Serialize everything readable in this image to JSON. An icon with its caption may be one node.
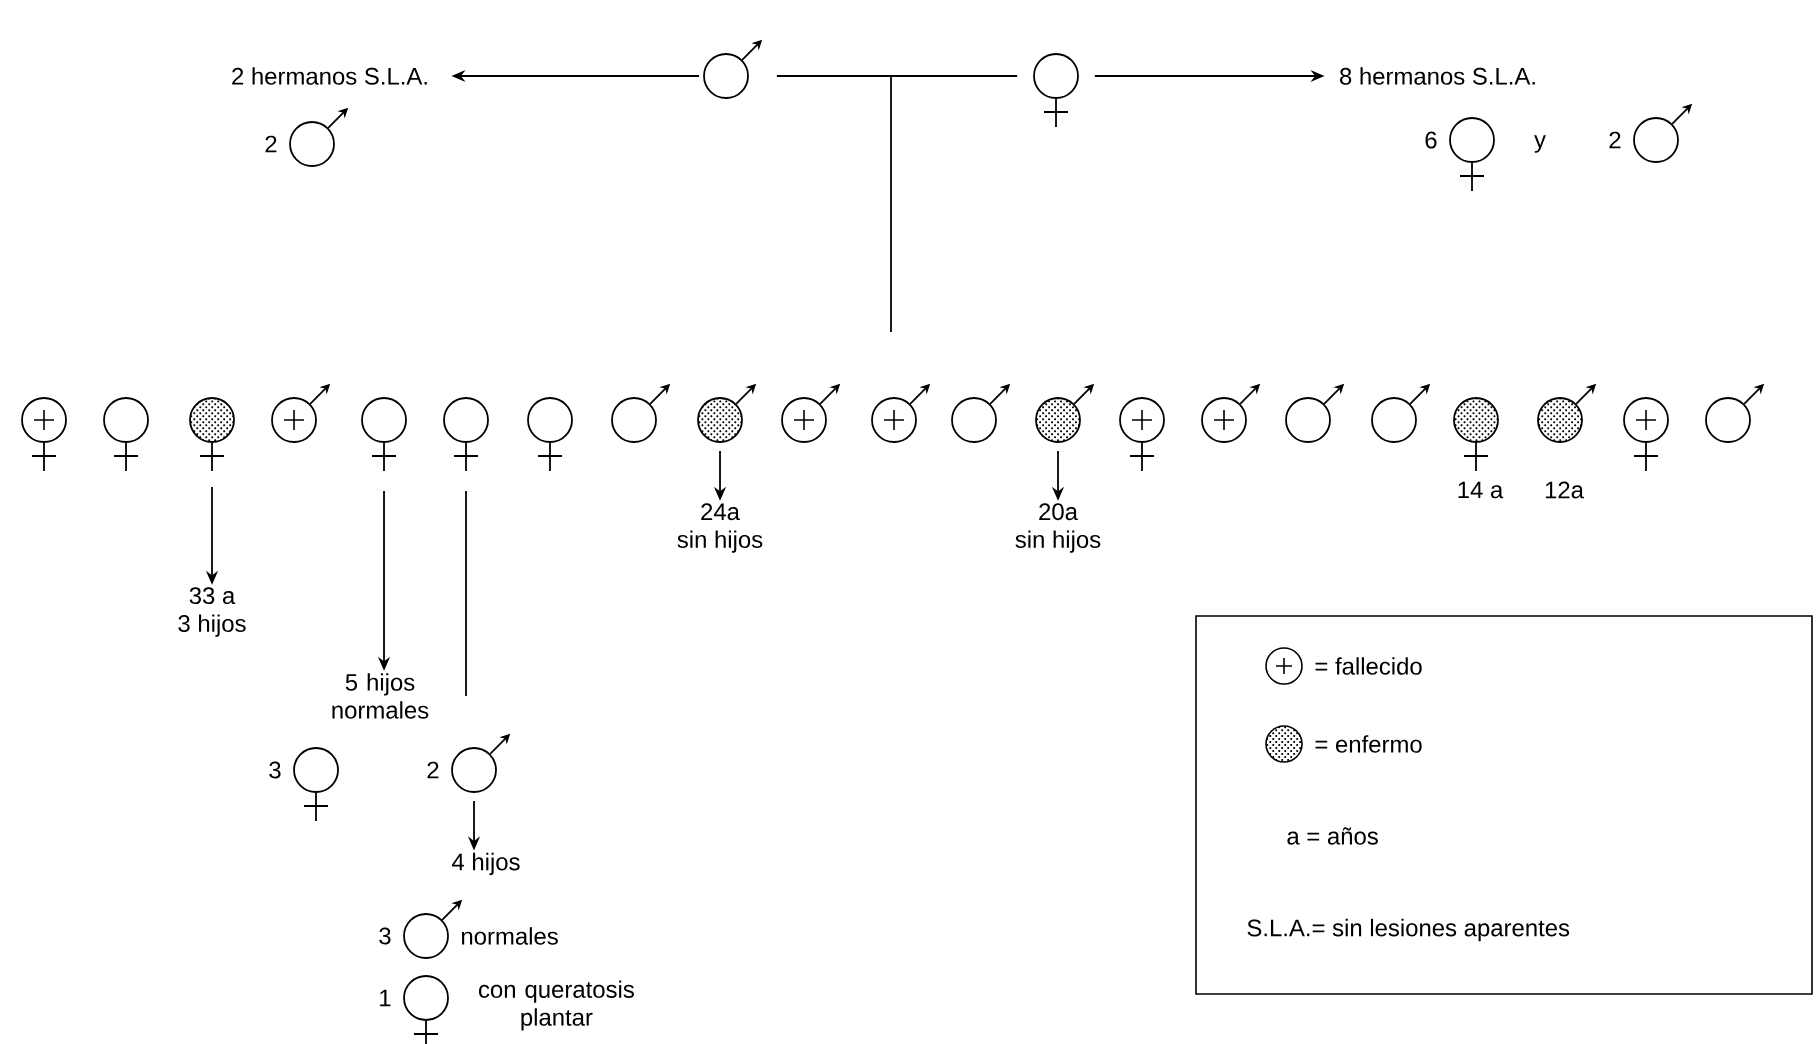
{
  "diagram": {
    "nodes": [
      {
        "text": [
          "2 hermanos S.L.A."
        ]
      },
      {
        "text": [],
        "shape": "male",
        "beside": [
          "2"
        ]
      },
      {
        "text": [],
        "shape": "male"
      },
      {
        "text": [],
        "shape": "female"
      },
      {
        "text": [
          "8 hermanos S.L.A."
        ]
      },
      {
        "text": [],
        "shape": "female",
        "beside": [
          "6"
        ]
      },
      {
        "text": [],
        "shape": "male",
        "beside": [
          "2"
        ]
      },
      {
        "text": [],
        "shape": "female"
      },
      {
        "text": [],
        "shape": "female"
      },
      {
        "text": [],
        "shape": "female"
      },
      {
        "text": [],
        "shape": "male"
      },
      {
        "text": [],
        "shape": "female"
      },
      {
        "text": [],
        "shape": "female"
      },
      {
        "text": [],
        "shape": "female"
      },
      {
        "text": [],
        "shape": "male"
      },
      {
        "text": [],
        "shape": "male"
      },
      {
        "text": [],
        "shape": "male"
      },
      {
        "text": [],
        "shape": "male"
      },
      {
        "text": [],
        "shape": "male"
      },
      {
        "text": [],
        "shape": "male"
      },
      {
        "text": [],
        "shape": "female"
      },
      {
        "text": [],
        "shape": "male"
      },
      {
        "text": [],
        "shape": "male"
      },
      {
        "text": [],
        "shape": "male"
      },
      {
        "text": [],
        "shape": "female",
        "beside": [
          "14 a"
        ]
      },
      {
        "text": [],
        "shape": "male",
        "beside": [
          "12a"
        ]
      },
      {
        "text": [],
        "shape": "female"
      },
      {
        "text": [],
        "shape": "male"
      },
      {
        "text": [
          "33 a",
          "3 hijos"
        ]
      },
      {
        "text": [
          "24a",
          "sin hijos"
        ]
      },
      {
        "text": [
          "20a",
          "sin hijos"
        ]
      },
      {
        "text": [
          "5 hijos normales"
        ]
      },
      {
        "text": [],
        "shape": "female",
        "beside": [
          "3"
        ]
      },
      {
        "text": [],
        "shape": "male",
        "beside": [
          "2"
        ]
      },
      {
        "text": [
          "4 hijos"
        ]
      },
      {
        "text": [],
        "shape": "male",
        "beside": [
          "3",
          "normales"
        ]
      },
      {
        "text": [],
        "shape": "female",
        "beside": [
          "1",
          "con queratosis plantar"
        ]
      }
    ],
    "edges": [
      {
        "from": 2,
        "to": 0,
        "arrow": "to"
      },
      {
        "from": 3,
        "to": 4,
        "arrow": "to"
      },
      {
        "from": 2,
        "to": 3,
        "arrow": "none"
      },
      {
        "from": 9,
        "to": 28,
        "arrow": "to"
      },
      {
        "from": 15,
        "to": 29,
        "arrow": "to"
      },
      {
        "from": 19,
        "to": 30,
        "arrow": "to"
      },
      {
        "from": 11,
        "to": 31,
        "arrow": "to"
      },
      {
        "from": 12,
        "to": 31,
        "arrow": "none"
      },
      {
        "from": 33,
        "to": 34,
        "arrow": "to"
      }
    ],
    "labels": [
      "y"
    ],
    "legend": [
      {
        "text": "= fallecido"
      },
      {
        "text": "= enfermo"
      },
      {
        "text": "a = años"
      },
      {
        "text": "S.L.A.= sin lesiones aparentes"
      }
    ]
  }
}
